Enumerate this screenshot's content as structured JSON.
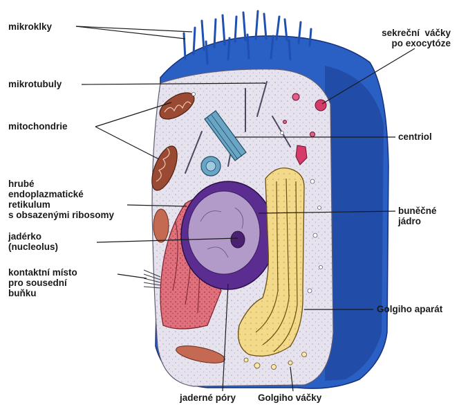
{
  "labels": {
    "mikroklky": "mikroklky",
    "mikrotubuly": "mikrotubuly",
    "mitochondrie": "mitochondrie",
    "hrube_er": "hrubé\nendoplazmatické\nretikulum\ns obsazenými ribosomy",
    "jaderko": "jadérko\n(nucleolus)",
    "kontaktni_misto": "kontaktní místo\npro sousední\nbuňku",
    "sekrecni_vacky": "sekreční  váčky\npo exocytóze",
    "centriol": "centriol",
    "bunecne_jadro": "buněčné\njádro",
    "golgiho_aparat": "Golgiho aparát",
    "jaderne_pory": "jaderné póry",
    "golgiho_vacky": "Golgiho váčky"
  },
  "colors": {
    "membrane_blue": "#2a5fc4",
    "membrane_dark": "#1c3f94",
    "cytoplasm": "#e6e3ee",
    "nucleus_outer": "#5b2d91",
    "nucleus_inner": "#b39bc9",
    "er_pink": "#e0707c",
    "golgi_yellow": "#f3d98a",
    "mitochondria": "#9a4a32"
  }
}
